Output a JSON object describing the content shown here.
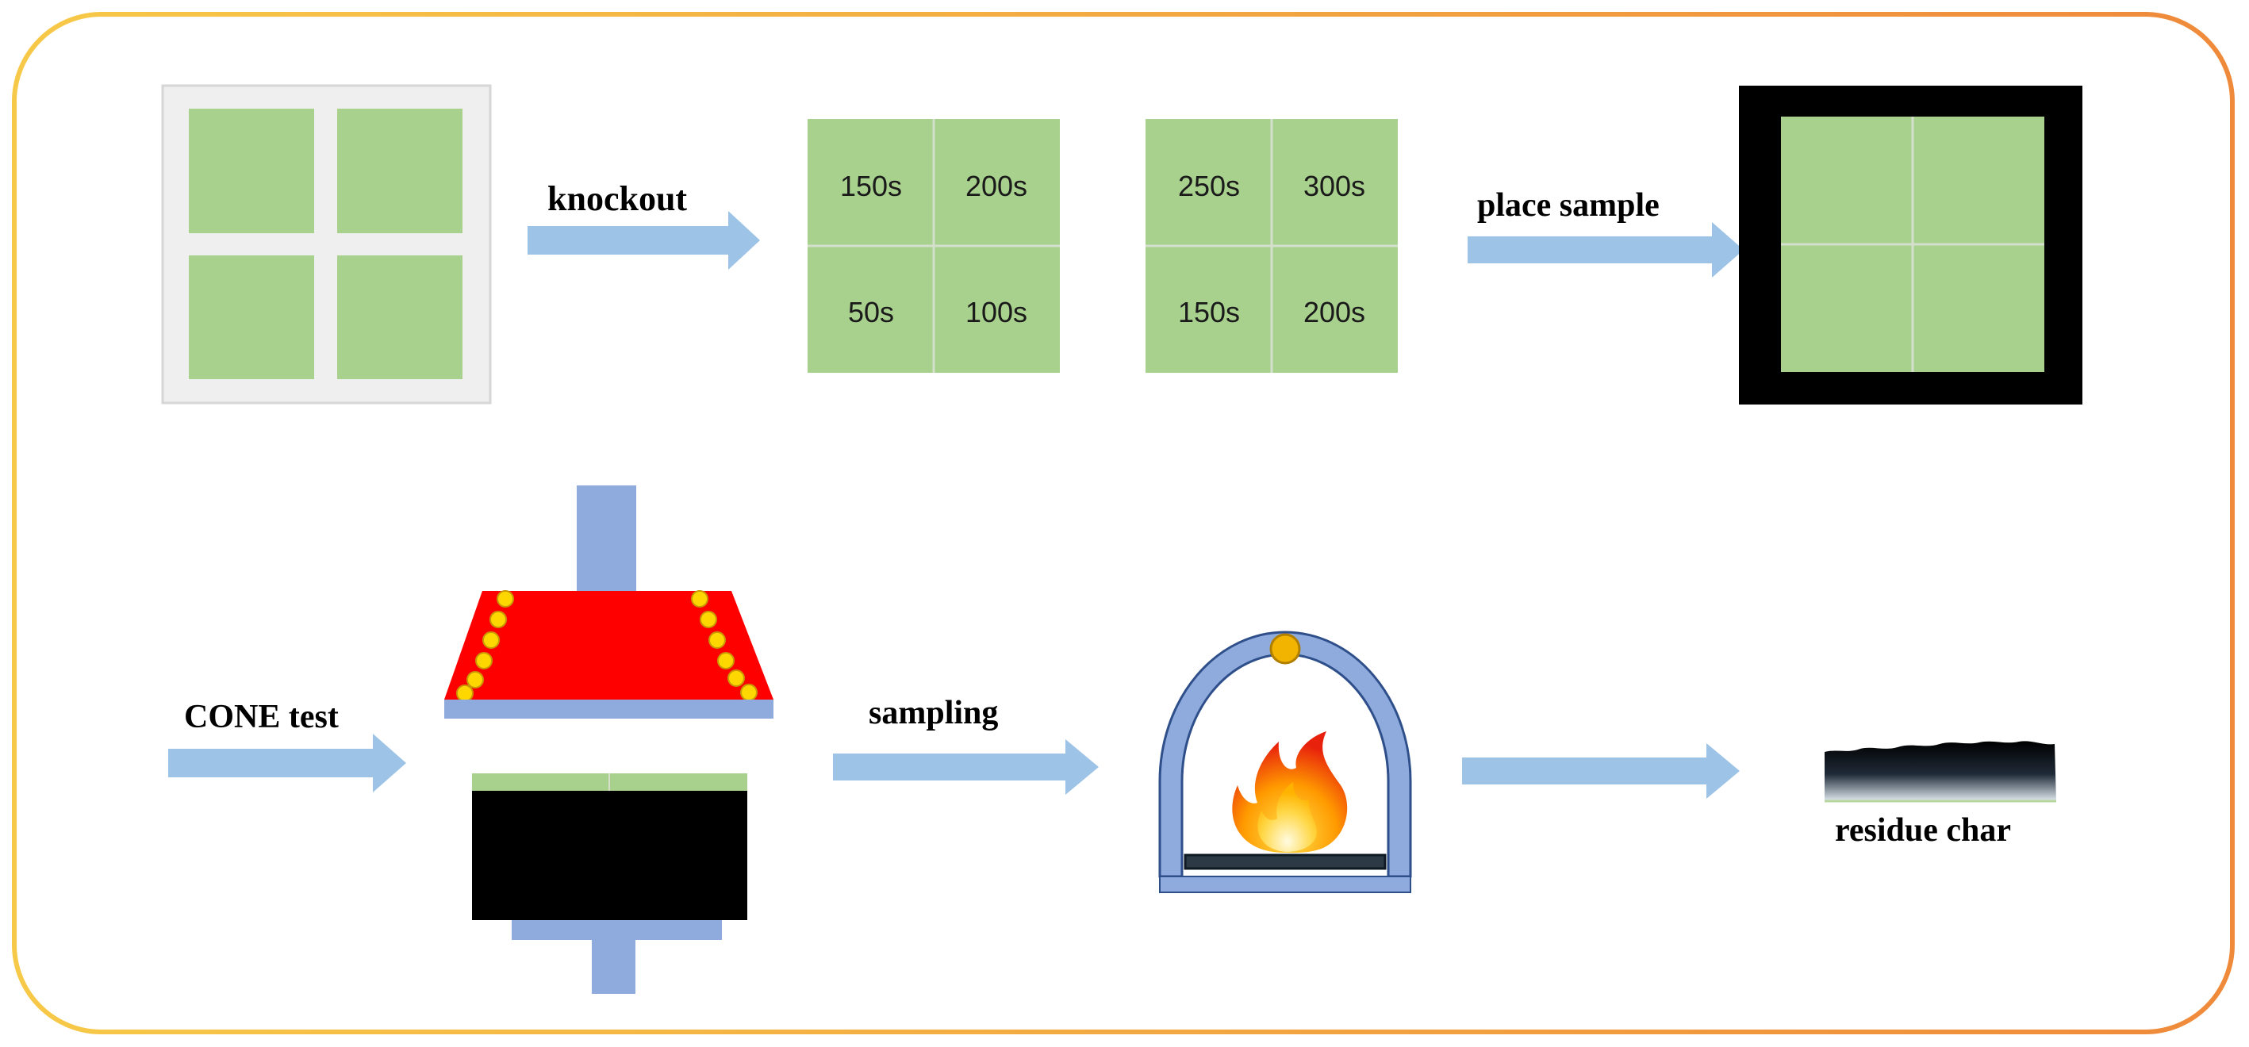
{
  "labels": {
    "knockout": "knockout",
    "place_sample": "place sample",
    "cone_test": "CONE test",
    "sampling": "sampling",
    "residue_char": "residue char"
  },
  "grid_a": [
    "150s",
    "200s",
    "50s",
    "100s"
  ],
  "grid_b": [
    "250s",
    "300s",
    "150s",
    "200s"
  ],
  "colors": {
    "frame_start": "#f7c948",
    "frame_end": "#ef8a3b",
    "sample_green": "#a9d18e",
    "arrow_blue": "#9dc3e6",
    "hood_red": "#ff0000",
    "heater_dot": "#ffd700",
    "plate_blue": "#8faadc",
    "black": "#000000",
    "light_frame": "#efefef"
  },
  "icons": {
    "fire": "fire-icon",
    "heater_lamp": "lamp-icon",
    "arrow": "arrow-right-icon"
  }
}
